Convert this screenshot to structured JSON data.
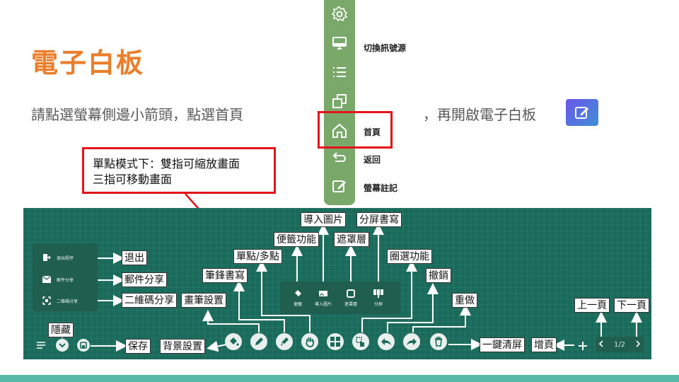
{
  "slide": {
    "title": "電子白板",
    "instruction_left": "請點選螢幕側邊小箭頭，點選首頁",
    "instruction_right": "，再開啟電子白板"
  },
  "sidebar": {
    "items": [
      {
        "icon": "gear-icon",
        "label": ""
      },
      {
        "icon": "monitor-icon",
        "label": "切換訊號源"
      },
      {
        "icon": "list-icon",
        "label": ""
      },
      {
        "icon": "windows-icon",
        "label": ""
      },
      {
        "icon": "home-icon",
        "label": "首頁"
      },
      {
        "icon": "back-icon",
        "label": "返回"
      },
      {
        "icon": "annotate-icon",
        "label": "螢幕註記"
      }
    ]
  },
  "callout": {
    "line1": "單點模式下：雙指可縮放畫面",
    "line2": "三指可移動畫面"
  },
  "board": {
    "left_panel": [
      {
        "icon": "exit-icon",
        "text": "退出程序"
      },
      {
        "icon": "mail-icon",
        "text": "郵件分享"
      },
      {
        "icon": "qr-icon",
        "text": "二維碼分享"
      }
    ],
    "center_panel": [
      {
        "icon": "sticky-note-icon",
        "text": "便籤"
      },
      {
        "icon": "image-icon",
        "text": "導入圖片"
      },
      {
        "icon": "mask-icon",
        "text": "遮罩層"
      },
      {
        "icon": "split-screen-icon",
        "text": "分屏"
      }
    ],
    "labels": {
      "exit": "退出",
      "mail_share": "郵件分享",
      "qr_share": "二維碼分享",
      "hide": "隱藏",
      "save": "保存",
      "background": "背景設置",
      "pen_settings": "畫筆設置",
      "brush_pen": "筆鋒書寫",
      "single_multi": "單點/多點",
      "sticky": "便籤功能",
      "import_image": "導入圖片",
      "mask": "遮罩層",
      "split_write": "分屏書寫",
      "lasso": "圈選功能",
      "undo": "撤銷",
      "redo": "重做",
      "clear_all": "一鍵清屏",
      "add_page": "增頁",
      "prev_page": "上一頁",
      "next_page": "下一頁"
    },
    "pager": "1/2"
  },
  "colors": {
    "title": "#ea7e2a",
    "board": "#1a6b5b",
    "sidebar": "#7aa86a",
    "highlight": "#e3151b",
    "stripe": "#58b8a6"
  }
}
